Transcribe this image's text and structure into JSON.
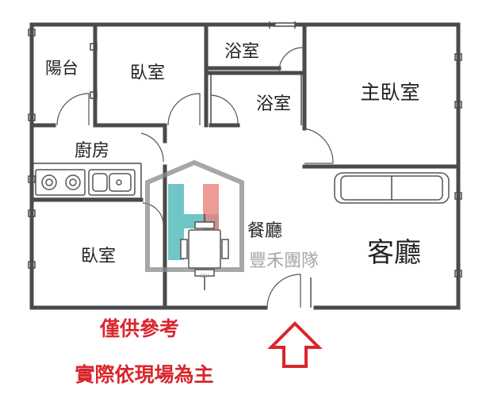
{
  "rooms": {
    "balcony": "陽台",
    "bedroom_top": "臥室",
    "bath_1": "浴室",
    "bath_2": "浴室",
    "master_bedroom": "主臥室",
    "kitchen": "廚房",
    "bedroom_bottom": "臥室",
    "dining": "餐廳",
    "living": "客廳"
  },
  "watermark": {
    "brand": "豐禾團隊",
    "small": "EFH"
  },
  "notes": {
    "line1": "僅供參考",
    "line2": "實際依現場為主"
  },
  "colors": {
    "wall": "#4a4a4a",
    "note": "#d9262c",
    "arrow": "#d9262c",
    "logo_teal": "#3fb3b5",
    "logo_red": "#e05a4f",
    "logo_gray": "#8a8a8a"
  },
  "icons": [
    "stove-icon",
    "sink-icon",
    "sofa-icon",
    "dining-table-icon",
    "entrance-arrow-icon",
    "logo-icon"
  ]
}
